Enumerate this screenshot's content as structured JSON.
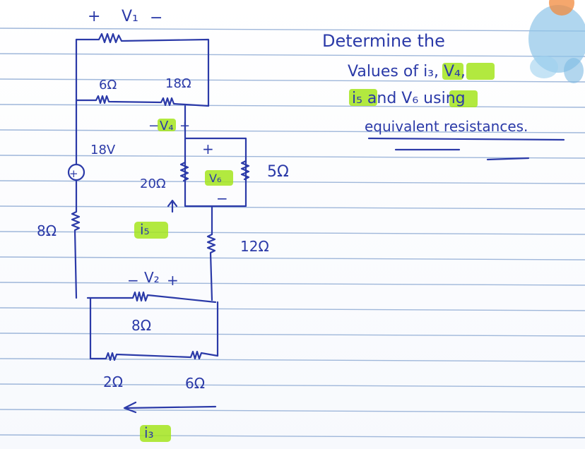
{
  "labels": {
    "v1_plus": "+",
    "v1": "V₁",
    "v1_minus": "−",
    "r6_top": "6Ω",
    "r18": "18Ω",
    "v4_minus": "−",
    "v4": "V₄",
    "v4_plus": "+",
    "source": "18V",
    "r20": "20Ω",
    "v6_plus": "+",
    "v6": "V₆",
    "v6_minus": "−",
    "r5": "5Ω",
    "i5": "i₅",
    "r8_left": "8Ω",
    "r12": "12Ω",
    "v2_minus": "−",
    "v2": "V₂",
    "v2_plus": "+",
    "r8_mid": "8Ω",
    "r2": "2Ω",
    "r6_bottom": "6Ω",
    "i3": "i₃"
  },
  "question": [
    "Determine the",
    "Values of i₃, V₄,",
    "i₅ and V₆ using",
    "equivalent resistances."
  ],
  "highlight_color": "#a4e51d",
  "ink_color": "#2b3aa8"
}
